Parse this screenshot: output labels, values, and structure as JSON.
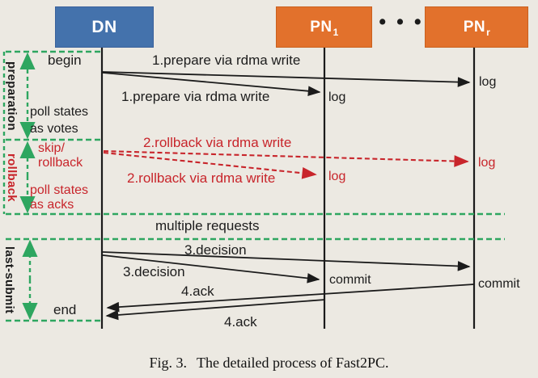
{
  "figure": {
    "caption_prefix": "Fig. 3.",
    "caption_text": "The detailed process of Fast2PC.",
    "background_color": "#ECE9E2"
  },
  "colors": {
    "dn_fill": "#4472AC",
    "pn_fill": "#E2712C",
    "bracket_green": "#2EA660",
    "rollback_red": "#C8252B",
    "line_black": "#1B1B1B"
  },
  "nodes": {
    "dn": {
      "label": "DN"
    },
    "pn1": {
      "label": "PN",
      "sub": "1"
    },
    "pnr": {
      "label": "PN",
      "sub": "r"
    },
    "ellipsis": "• • •"
  },
  "phases": {
    "preparation": "preparation",
    "rollback": "rollback",
    "last_submit": "last-submit"
  },
  "events": {
    "begin": "begin",
    "poll_votes_line1": "poll states",
    "poll_votes_line2": "as votes",
    "skip_line1": "skip/",
    "skip_line2": "rollback",
    "poll_acks_line1": "poll states",
    "poll_acks_line2": "as acks",
    "end": "end"
  },
  "messages": {
    "prepare_to_pnr": "1.prepare via rdma write",
    "prepare_to_pn1": "1.prepare via rdma write",
    "log_pnr": "log",
    "log_pn1": "log",
    "rollback_to_pnr": "2.rollback via rdma write",
    "rollback_to_pn1": "2.rollback via rdma write",
    "log_red_pnr": "log",
    "log_red_pn1": "log",
    "multiple_requests": "multiple requests",
    "decision_to_pnr": "3.decision",
    "decision_to_pn1": "3.decision",
    "commit_pn1": "commit",
    "commit_pnr": "commit",
    "ack_upper": "4.ack",
    "ack_lower": "4.ack"
  }
}
